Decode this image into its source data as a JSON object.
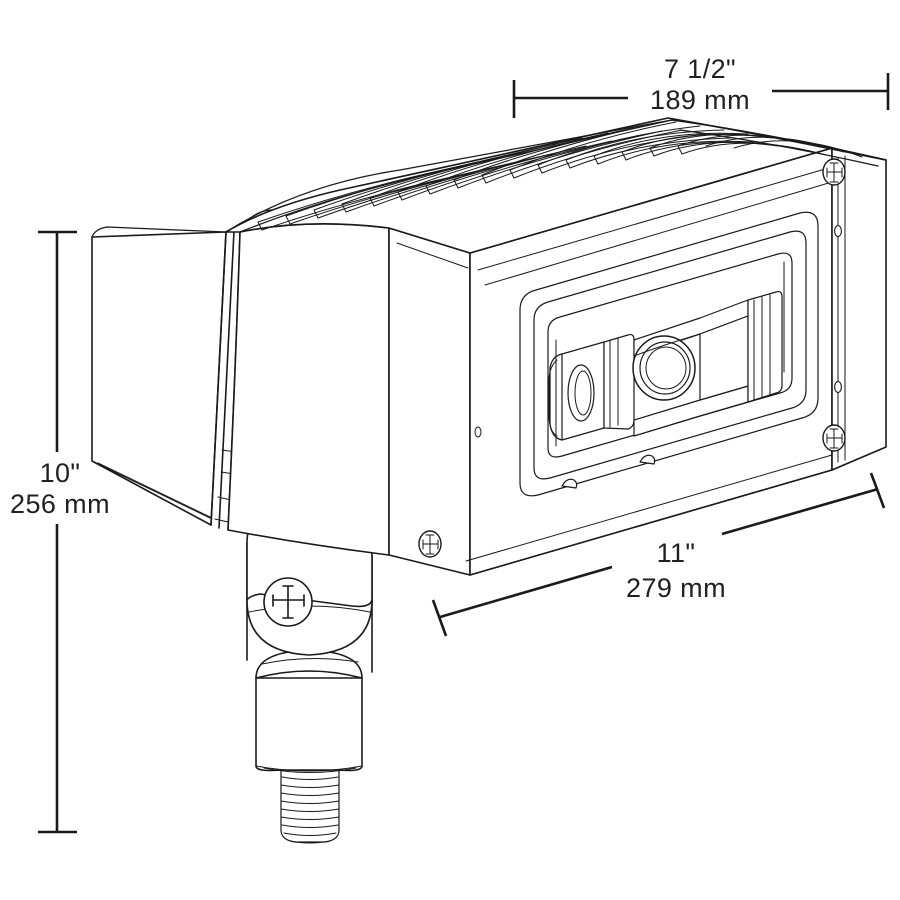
{
  "drawing": {
    "title": "LED Flood Light Dimensional Drawing",
    "subject": "architectural-flood-light-fixture",
    "background_color": "#ffffff",
    "line_color": "#1a1a1a",
    "text_color": "#231f20",
    "view": "isometric-three-quarter"
  },
  "dimensions": {
    "width": {
      "label": "width-dimension",
      "imperial": "7 1/2\"",
      "metric": "189 mm",
      "position": "top"
    },
    "height": {
      "label": "height-dimension",
      "imperial": "10\"",
      "metric": "256 mm",
      "position": "left"
    },
    "depth": {
      "label": "depth-dimension",
      "imperial": "11\"",
      "metric": "279 mm",
      "position": "bottom-right"
    }
  },
  "components": {
    "housing": "main-housing",
    "heat_sink": "heat-sink-fins",
    "fin_count": 17,
    "front_frame": "front-lens-frame",
    "lens": "lens-optic-assembly",
    "reflector": "internal-reflector",
    "knuckle": "mounting-knuckle",
    "slipfitter": "slipfitter-body",
    "threaded_stem": "threaded-stem",
    "screws": [
      "frame-screw-top-right",
      "frame-screw-bottom-right",
      "frame-screw-bottom-left",
      "knuckle-pivot-screw"
    ],
    "thread_count": 9
  }
}
